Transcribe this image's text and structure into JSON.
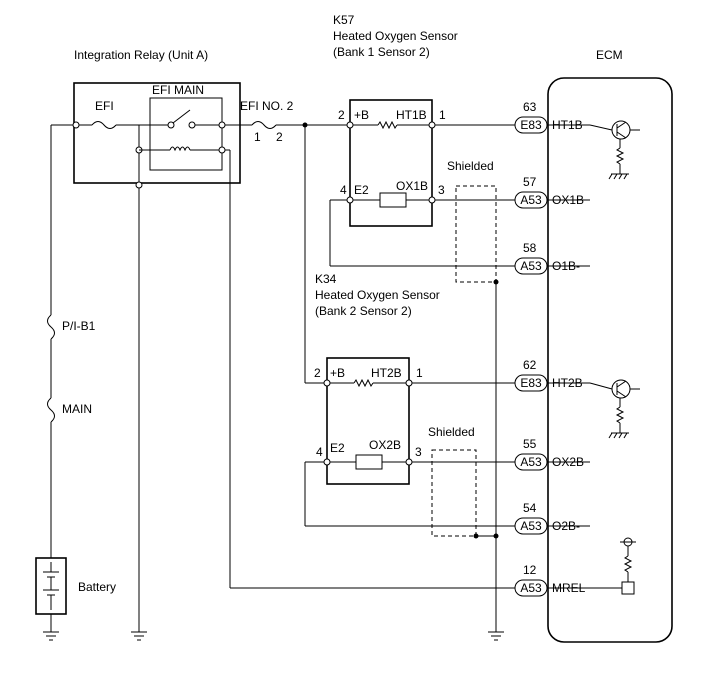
{
  "labels": {
    "k57_code": "K57",
    "k57_name": "Heated Oxygen Sensor",
    "k57_sub": "(Bank 1 Sensor 2)",
    "k34_code": "K34",
    "k34_name": "Heated Oxygen Sensor",
    "k34_sub": "(Bank 2 Sensor 2)",
    "relay_title": "Integration Relay (Unit A)",
    "efi_main": "EFI MAIN",
    "efi": "EFI",
    "efi_no2": "EFI NO. 2",
    "efi_no2_pin1": "1",
    "efi_no2_pin2": "2",
    "ecm": "ECM",
    "shielded_1": "Shielded",
    "shielded_2": "Shielded",
    "fuse_pib1": "P/I-B1",
    "fuse_main": "MAIN",
    "battery": "Battery"
  },
  "sensor1": {
    "pin_b": "2",
    "b": "+B",
    "heater": "HT1B",
    "pin_ht": "1",
    "pin_e2": "4",
    "e2": "E2",
    "signal": "OX1B",
    "pin_ox": "3"
  },
  "sensor2": {
    "pin_b": "2",
    "b": "+B",
    "heater": "HT2B",
    "pin_ht": "1",
    "pin_e2": "4",
    "e2": "E2",
    "signal": "OX2B",
    "pin_ox": "3"
  },
  "ecm_terminals": [
    {
      "pin": "63",
      "connector": "E83",
      "name": "HT1B"
    },
    {
      "pin": "57",
      "connector": "A53",
      "name": "OX1B"
    },
    {
      "pin": "58",
      "connector": "A53",
      "name": "O1B-"
    },
    {
      "pin": "62",
      "connector": "E83",
      "name": "HT2B"
    },
    {
      "pin": "55",
      "connector": "A53",
      "name": "OX2B"
    },
    {
      "pin": "54",
      "connector": "A53",
      "name": "O2B-"
    },
    {
      "pin": "12",
      "connector": "A53",
      "name": "MREL"
    }
  ]
}
